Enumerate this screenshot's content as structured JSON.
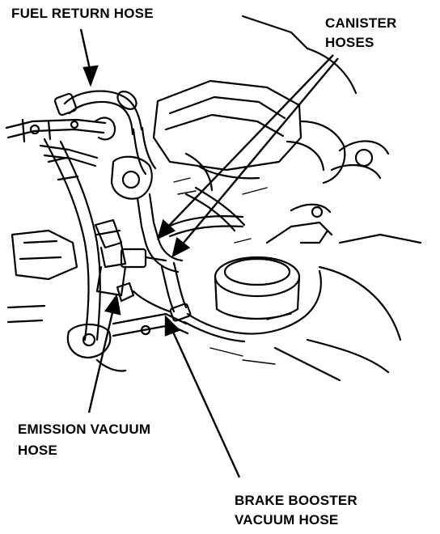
{
  "labels": {
    "fuel_return_hose": "FUEL RETURN HOSE",
    "canister_hoses_line1": "CANISTER",
    "canister_hoses_line2": "HOSES",
    "emission_vacuum_line1": "EMISSION VACUUM",
    "emission_vacuum_line2": "HOSE",
    "brake_booster_line1": "BRAKE BOOSTER",
    "brake_booster_line2": "VACUUM HOSE"
  },
  "colors": {
    "ink": "#000000",
    "paper": "#ffffff"
  }
}
